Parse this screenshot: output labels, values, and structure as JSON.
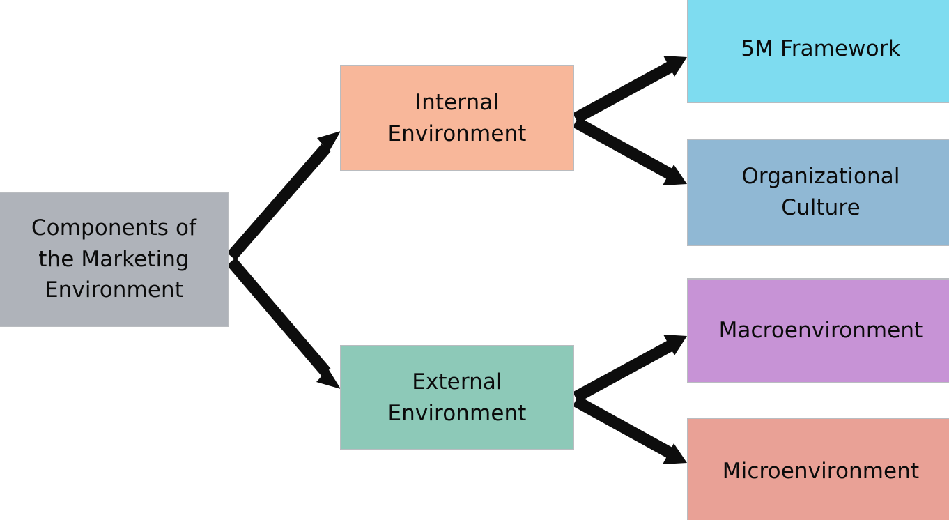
{
  "diagram": {
    "title": "Components of the Marketing Environment",
    "type": "hierarchy-tree",
    "background_color": "#ffffff",
    "arrow_color": "#0d0d0d",
    "border_color": "#b9bcc0",
    "text_color": "#0b0b0b",
    "nodes": {
      "root": {
        "label": "Components of\nthe Marketing\nEnvironment",
        "color": "#afb3ba",
        "level": 0
      },
      "internal": {
        "label": "Internal\nEnvironment",
        "color": "#f8b79a",
        "level": 1
      },
      "external": {
        "label": "External\nEnvironment",
        "color": "#8dc9b8",
        "level": 1
      },
      "five_m": {
        "label": "5M Framework",
        "color": "#7edcf0",
        "level": 2
      },
      "org_culture": {
        "label": "Organizational\nCulture",
        "color": "#90b8d4",
        "level": 2
      },
      "macro": {
        "label": "Macroenvironment",
        "color": "#c793d6",
        "level": 2
      },
      "micro": {
        "label": "Microenvironment",
        "color": "#e9a196",
        "level": 2
      }
    },
    "edges": [
      {
        "from": "root",
        "to": "internal"
      },
      {
        "from": "root",
        "to": "external"
      },
      {
        "from": "internal",
        "to": "five_m"
      },
      {
        "from": "internal",
        "to": "org_culture"
      },
      {
        "from": "external",
        "to": "macro"
      },
      {
        "from": "external",
        "to": "micro"
      }
    ]
  }
}
